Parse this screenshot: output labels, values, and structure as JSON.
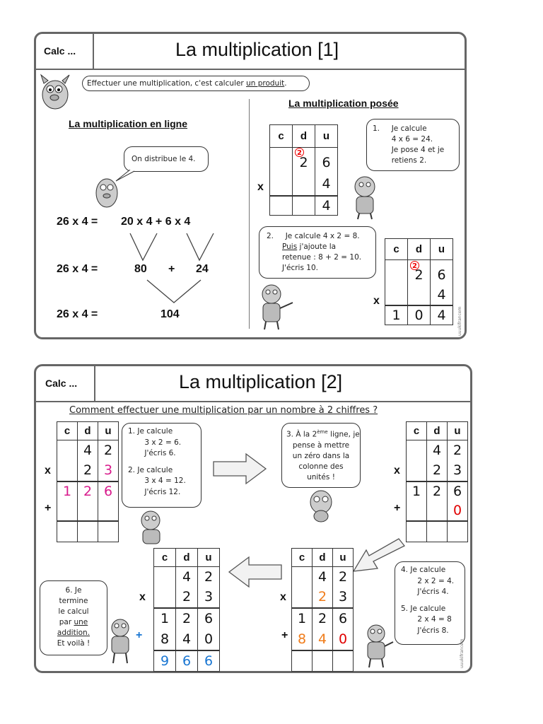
{
  "card1": {
    "calc_label": "Calc ...",
    "title": "La multiplication [1]",
    "intro": {
      "before": "Effectuer une  multiplication, c'est calculer ",
      "link": "un produit",
      "after": "."
    },
    "left": {
      "heading": "La multiplication en ligne",
      "bubble": "On distribue le 4.",
      "eq1": {
        "lhs": "26 x 4  =",
        "rhs": "20 x 4  +  6 x 4"
      },
      "eq2": {
        "lhs": "26 x 4  =",
        "a": "80",
        "plus": "+",
        "b": "24"
      },
      "eq3": {
        "lhs": "26 x 4  =",
        "res": "104"
      }
    },
    "right": {
      "heading": "La multiplication posée",
      "bubble1": [
        "1.     Je calcule",
        "        4 x 6 = 24.",
        "        Je pose 4 et je",
        "        retiens 2."
      ],
      "bubble2": {
        "l1": "2.     Je calcule 4 x 2 = 8.",
        "l2_u": "Puis",
        "l2": " j'ajoute la",
        "l3": "retenue : 8 + 2 = 10.",
        "l4": "J'écris 10."
      },
      "table1": {
        "headers": [
          "c",
          "d",
          "u"
        ],
        "carry": "2",
        "row1": [
          "",
          "2",
          "6"
        ],
        "times": "x",
        "row2": [
          "",
          "",
          "4"
        ],
        "row3": [
          "",
          "",
          "4"
        ]
      },
      "table2": {
        "headers": [
          "c",
          "d",
          "u"
        ],
        "carry": "2",
        "row1": [
          "",
          "2",
          "6"
        ],
        "times": "x",
        "row2": [
          "",
          "",
          "4"
        ],
        "row3": [
          "1",
          "0",
          "4"
        ]
      }
    }
  },
  "card2": {
    "calc_label": "Calc ...",
    "title": "La multiplication [2]",
    "subtitle": "Comment effectuer une multiplication par un nombre à 2 chiffres ?",
    "headers": [
      "c",
      "d",
      "u"
    ],
    "times": "x",
    "plus": "+",
    "table_a": {
      "r1": [
        "",
        "4",
        "2"
      ],
      "r2": [
        "",
        "2",
        "3"
      ],
      "r3": [
        "1",
        "2",
        "6"
      ],
      "r4": [
        "",
        "",
        ""
      ]
    },
    "table_b": {
      "r1": [
        "",
        "4",
        "2"
      ],
      "r2": [
        "",
        "2",
        "3"
      ],
      "r3": [
        "1",
        "2",
        "6"
      ],
      "r4": [
        "",
        "",
        "0"
      ]
    },
    "table_c": {
      "r1": [
        "",
        "4",
        "2"
      ],
      "r2": [
        "",
        "2",
        "3"
      ],
      "r3": [
        "1",
        "2",
        "6"
      ],
      "r4": [
        "8",
        "4",
        "0"
      ],
      "r5": [
        "",
        "",
        ""
      ]
    },
    "table_d": {
      "r1": [
        "",
        "4",
        "2"
      ],
      "r2": [
        "",
        "2",
        "3"
      ],
      "r3": [
        "1",
        "2",
        "6"
      ],
      "r4": [
        "8",
        "4",
        "0"
      ],
      "r5": [
        "9",
        "6",
        "6"
      ]
    },
    "bubble1": [
      "1. Je calcule",
      "       3 x 2 = 6.",
      "       J'écris 6.",
      "",
      "2. Je calcule",
      "       3 x 4 = 12.",
      "       J'écris 12."
    ],
    "bubble3": {
      "pre": "3. À la 2",
      "sup": "ème",
      "post": " ligne, je",
      "lines": [
        "pense à mettre",
        "un zéro dans la",
        "colonne des",
        "unités !"
      ]
    },
    "bubble4": [
      "4. Je calcule",
      "       2 x 2 = 4.",
      "       J'écris 4.",
      "",
      "5. Je calcule",
      "       2 x 4 = 8",
      "       J'écris 8."
    ],
    "bubble6": {
      "l1": "6. Je",
      "l2": "termine",
      "l3": "le calcul",
      "l4a": "par ",
      "l4u": "une",
      "l5": "addition.",
      "l6": "Et voilà !"
    }
  },
  "colors": {
    "pink": "#d81b8c",
    "red": "#e00000",
    "orange": "#f07c1a",
    "blue": "#1976d2",
    "border": "#666666"
  },
  "watermark": "uuukifrancem"
}
